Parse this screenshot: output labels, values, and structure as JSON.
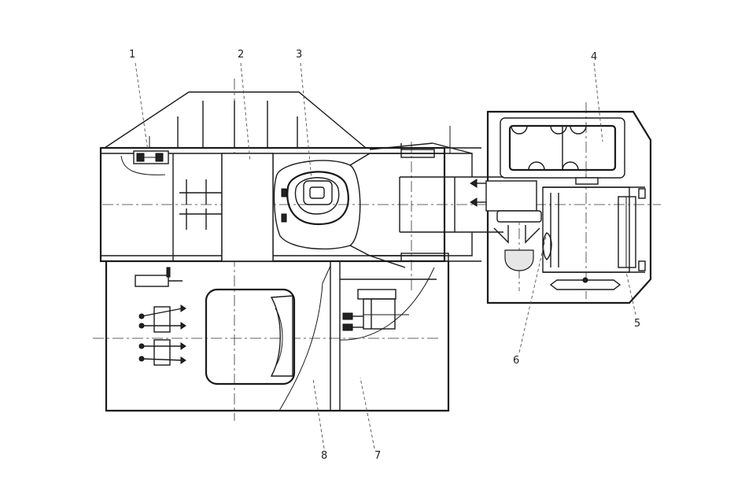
{
  "callouts": [
    "1",
    "2",
    "3",
    "4",
    "5",
    "6",
    "7",
    "8"
  ],
  "colors": {
    "line": "#1a1a1a",
    "background": "#ffffff"
  }
}
